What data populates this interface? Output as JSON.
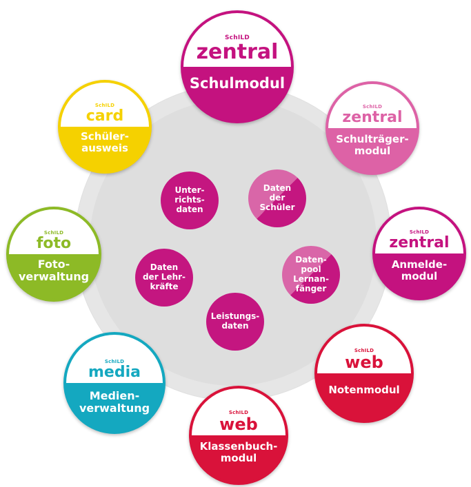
{
  "colors": {
    "magenta": "#c4127f",
    "pink": "#dd62a6",
    "red": "#d9123a",
    "yellow": "#f5d100",
    "green": "#8dba26",
    "teal": "#14a8c0",
    "data_circle": "#c41680",
    "data_circle_light": "#d966a8",
    "ring": "#e3e3e3"
  },
  "modules": {
    "schulmodul": {
      "brand": "SchILD",
      "product": "zentral",
      "label": "Schulmodul"
    },
    "schultraeger": {
      "brand": "SchILD",
      "product": "zentral",
      "label": "Schulträger-\nmodul"
    },
    "anmelde": {
      "brand": "SchILD",
      "product": "zentral",
      "label": "Anmelde-\nmodul"
    },
    "notenmodul": {
      "brand": "SchILD",
      "product": "web",
      "label": "Notenmodul"
    },
    "klassenbuch": {
      "brand": "SchILD",
      "product": "web",
      "label": "Klassenbuch-\nmodul"
    },
    "medien": {
      "brand": "SchILD",
      "product": "media",
      "label": "Medien-\nverwaltung"
    },
    "foto": {
      "brand": "SchILD",
      "product": "foto",
      "label": "Foto-\nverwaltung"
    },
    "card": {
      "brand": "SchILD",
      "product": "card",
      "label": "Schüler-\nausweis"
    }
  },
  "data_circles": {
    "unterricht": "Unter-\nrichts-\ndaten",
    "schueler": "Daten\nder\nSchüler",
    "lehrkraefte": "Daten\nder Lehr-\nkräfte",
    "datenpool": "Daten-\npool\nLernan-\nfänger",
    "leistung": "Leistungs-\ndaten"
  }
}
